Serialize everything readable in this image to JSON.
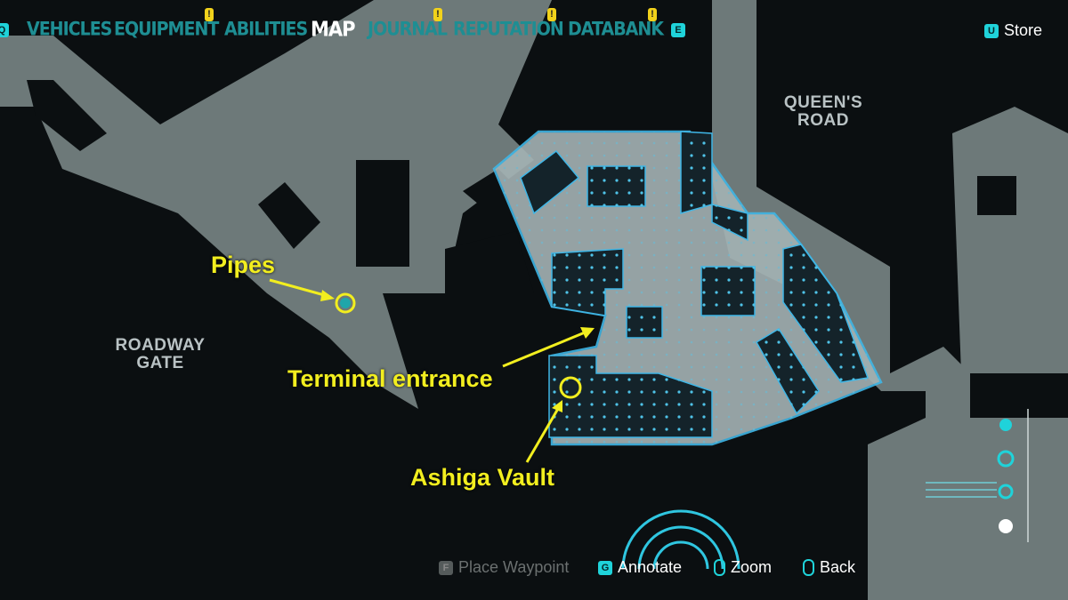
{
  "nav": {
    "left_key": "Q",
    "tabs": [
      {
        "label": "VEHICLES",
        "alert": false
      },
      {
        "label": "EQUIPMENT",
        "alert": true
      },
      {
        "label": "ABILITIES",
        "alert": false
      },
      {
        "label": "MAP",
        "alert": false,
        "active": true
      },
      {
        "label": "JOURNAL",
        "alert": true
      },
      {
        "label": "REPUTATION",
        "alert": true
      },
      {
        "label": "DATABANK",
        "alert": true
      }
    ],
    "alert_glyph": "!",
    "right_key": "E"
  },
  "store": {
    "key": "U",
    "label": "Store"
  },
  "map": {
    "areas": [
      "QUEEN'S ROAD",
      "ROADWAY GATE"
    ],
    "annotations": [
      "Pipes",
      "Terminal entrance",
      "Ashiga Vault"
    ],
    "colors": {
      "floor": "#8a9797",
      "highlight": "#9fb6b8",
      "outline": "#3fb6e6",
      "annotation": "#f2ee1f",
      "accent": "#1fd3da"
    }
  },
  "bottom": {
    "waypoint": {
      "key": "F",
      "label": "Place Waypoint"
    },
    "annotate": {
      "key": "G",
      "label": "Annotate"
    },
    "zoom": {
      "label": "Zoom"
    },
    "back": {
      "label": "Back"
    }
  }
}
